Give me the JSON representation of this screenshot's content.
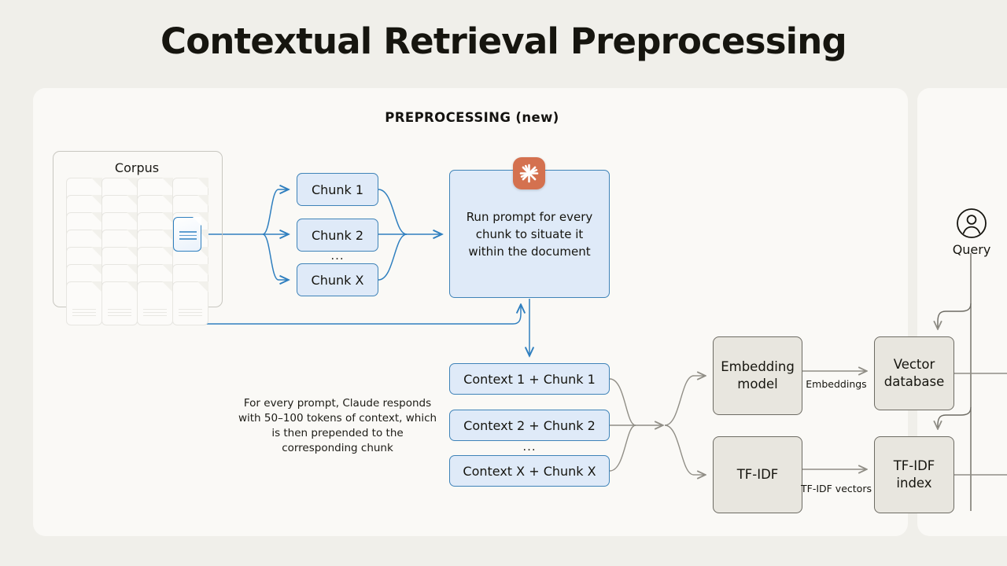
{
  "page": {
    "title": "Contextual Retrieval Preprocessing",
    "background_color": "#f0efea",
    "panel_color": "#faf9f6"
  },
  "section": {
    "header": "PREPROCESSING (new)"
  },
  "corpus": {
    "label": "Corpus",
    "active_document_icon": "document-icon",
    "ghost_document_count": 28
  },
  "chunks": {
    "items": [
      {
        "label": "Chunk 1"
      },
      {
        "label": "Chunk 2"
      },
      {
        "label": "Chunk X"
      }
    ],
    "ellipsis": "..."
  },
  "prompt": {
    "text": "Run prompt for every chunk to situate it within the document",
    "logo_icon": "claude-starburst-icon",
    "logo_color": "#d4714f",
    "box_fill": "#dfeaf8",
    "box_border": "#3f83b8"
  },
  "caption": {
    "text": "For every prompt, Claude responds with 50–100 tokens of context, which is then prepended to the corresponding chunk"
  },
  "contexts": {
    "items": [
      {
        "label": "Context 1 + Chunk 1"
      },
      {
        "label": "Context 2 + Chunk 2"
      },
      {
        "label": "Context X + Chunk X"
      }
    ],
    "ellipsis": "..."
  },
  "indexing": {
    "embedding_model": "Embedding model",
    "tfidf": "TF-IDF",
    "vector_database": "Vector database",
    "tfidf_index": "TF-IDF index",
    "embeddings_label": "Embeddings",
    "tfidf_vectors_label": "TF-IDF vectors",
    "box_fill": "#e8e6df",
    "box_border": "#6d6b63"
  },
  "query": {
    "label": "Query",
    "icon": "user-avatar-icon"
  }
}
